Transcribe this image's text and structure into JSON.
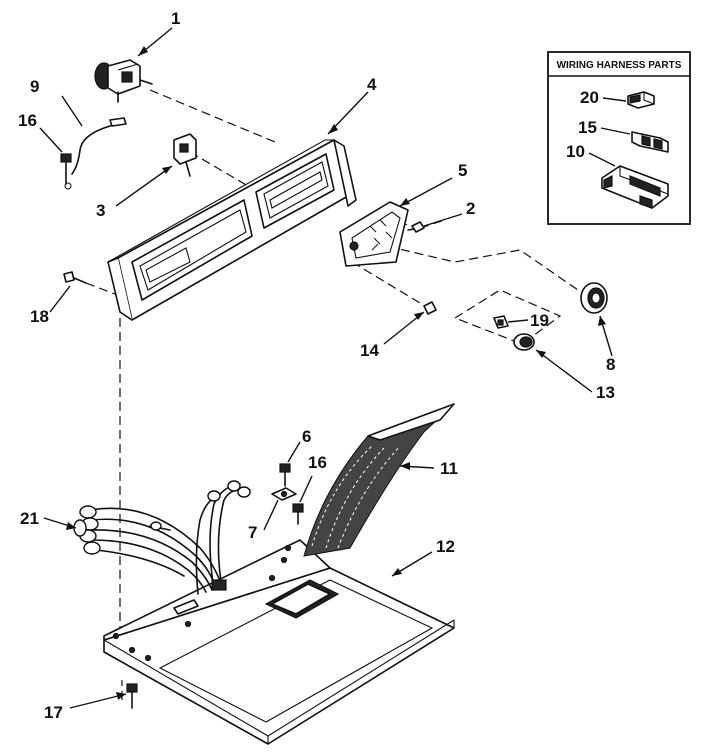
{
  "inset": {
    "title": "WIRING HARNESS PARTS",
    "callouts": [
      "20",
      "15",
      "10"
    ]
  },
  "callouts": {
    "c1": "1",
    "c2": "2",
    "c3": "3",
    "c4": "4",
    "c5": "5",
    "c6": "6",
    "c7": "7",
    "c8": "8",
    "c9": "9",
    "c11": "11",
    "c12": "12",
    "c13": "13",
    "c14": "14",
    "c16a": "16",
    "c16b": "16",
    "c17": "17",
    "c18": "18",
    "c19": "19",
    "c21": "21"
  }
}
